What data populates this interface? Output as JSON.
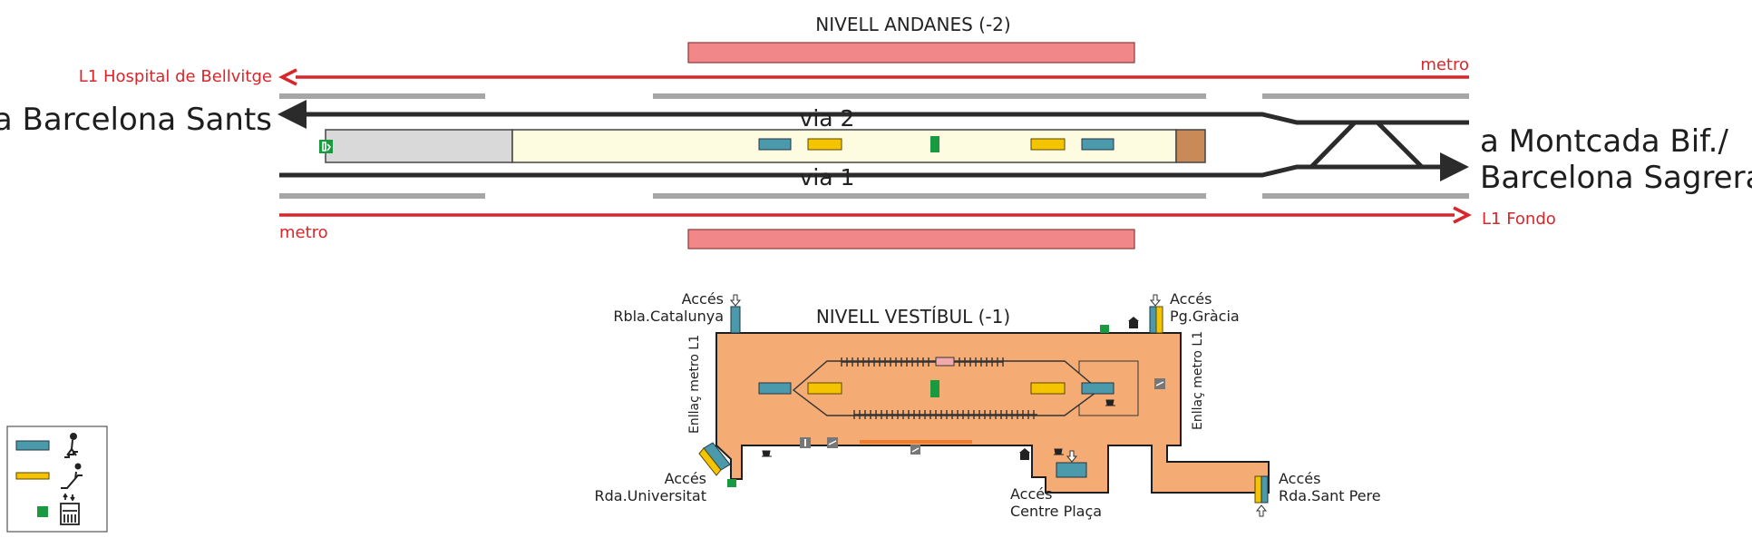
{
  "platform_level": {
    "title": "NIVELL ANDANES (-2)",
    "left_destination": "a Barcelona Sants",
    "right_destination_line1": "a Montcada Bif./",
    "right_destination_line2": "Barcelona Sagrera",
    "track_upper": "via 2",
    "track_lower": "via 1",
    "metro_upper_dest": "L1 Hospital de Bellvitge",
    "metro_upper_label": "metro",
    "metro_lower_dest": "L1 Fondo",
    "metro_lower_label": "metro"
  },
  "vestibule_level": {
    "title": "NIVELL VESTÍBUL (-1)",
    "link_left": "Enllaç metro L1",
    "link_right": "Enllaç metro L1",
    "accesses": [
      {
        "line1": "Accés",
        "line2": "Rbla.Catalunya"
      },
      {
        "line1": "Accés",
        "line2": "Pg.Gràcia"
      },
      {
        "line1": "Accés",
        "line2": "Rda.Universitat"
      },
      {
        "line1": "Accés",
        "line2": "Centre Plaça"
      },
      {
        "line1": "Accés",
        "line2": "Rda.Sant Pere"
      }
    ]
  },
  "legend": [
    {
      "symbol": "stairs",
      "icon": "walking-stairs-icon"
    },
    {
      "symbol": "escalator",
      "icon": "escalator-icon"
    },
    {
      "symbol": "elevator",
      "icon": "elevator-icon"
    }
  ],
  "colors": {
    "red": "#d9262b",
    "dark": "#2b2b2b",
    "grey": "#a6a6a6",
    "pink": "#f2878a",
    "platform": "#fdfbe0",
    "vestibule": "#f4ac74",
    "teal": "#4b9aab",
    "yellow": "#f5c400",
    "green": "#1a9a40"
  }
}
